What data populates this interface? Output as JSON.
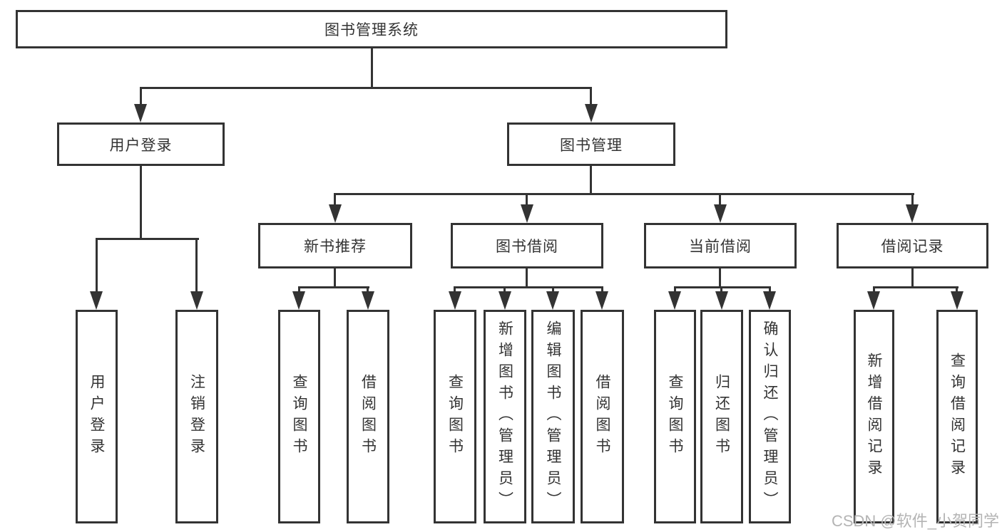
{
  "colors": {
    "line": "#333333",
    "text": "#333333",
    "background": "#ffffff",
    "watermark": "#b4b4b4"
  },
  "watermark": {
    "text": "CSDN @软件_小贺同学"
  },
  "tree": {
    "label": "图书管理系统",
    "children": [
      {
        "label": "用户登录",
        "children": [
          {
            "label": "用户登录"
          },
          {
            "label": "注销登录"
          }
        ]
      },
      {
        "label": "图书管理",
        "children": [
          {
            "label": "新书推荐",
            "children": [
              {
                "label": "查询图书"
              },
              {
                "label": "借阅图书"
              }
            ]
          },
          {
            "label": "图书借阅",
            "children": [
              {
                "label": "查询图书"
              },
              {
                "label": "新增图书（管理员）"
              },
              {
                "label": "编辑图书（管理员）"
              },
              {
                "label": "借阅图书"
              }
            ]
          },
          {
            "label": "当前借阅",
            "children": [
              {
                "label": "查询图书"
              },
              {
                "label": "归还图书"
              },
              {
                "label": "确认归还（管理员）"
              }
            ]
          },
          {
            "label": "借阅记录",
            "children": [
              {
                "label": "新增借阅记录"
              },
              {
                "label": "查询借阅记录"
              }
            ]
          }
        ]
      }
    ]
  }
}
